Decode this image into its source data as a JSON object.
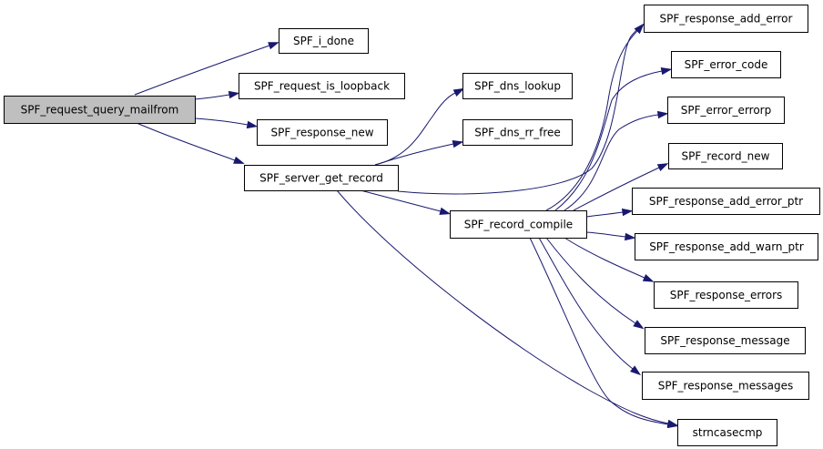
{
  "graph": {
    "edge_color": "#191970",
    "root_fill": "#bfbfbf",
    "node_fill": "#ffffff",
    "nodes": [
      {
        "id": "root",
        "label": "SPF_request_query_mailfrom",
        "root": true
      },
      {
        "id": "i_done",
        "label": "SPF_i_done"
      },
      {
        "id": "is_loopback",
        "label": "SPF_request_is_loopback"
      },
      {
        "id": "response_new",
        "label": "SPF_response_new"
      },
      {
        "id": "get_record",
        "label": "SPF_server_get_record"
      },
      {
        "id": "dns_lookup",
        "label": "SPF_dns_lookup"
      },
      {
        "id": "dns_rr_free",
        "label": "SPF_dns_rr_free"
      },
      {
        "id": "record_compile",
        "label": "SPF_record_compile"
      },
      {
        "id": "add_error",
        "label": "SPF_response_add_error"
      },
      {
        "id": "error_code",
        "label": "SPF_error_code"
      },
      {
        "id": "error_errorp",
        "label": "SPF_error_errorp"
      },
      {
        "id": "record_new",
        "label": "SPF_record_new"
      },
      {
        "id": "add_error_ptr",
        "label": "SPF_response_add_error_ptr"
      },
      {
        "id": "add_warn_ptr",
        "label": "SPF_response_add_warn_ptr"
      },
      {
        "id": "errors",
        "label": "SPF_response_errors"
      },
      {
        "id": "message",
        "label": "SPF_response_message"
      },
      {
        "id": "messages",
        "label": "SPF_response_messages"
      },
      {
        "id": "strncasecmp",
        "label": "strncasecmp"
      }
    ],
    "edges": [
      {
        "from": "root",
        "to": "i_done"
      },
      {
        "from": "root",
        "to": "is_loopback"
      },
      {
        "from": "root",
        "to": "response_new"
      },
      {
        "from": "root",
        "to": "get_record"
      },
      {
        "from": "get_record",
        "to": "dns_lookup"
      },
      {
        "from": "get_record",
        "to": "dns_rr_free"
      },
      {
        "from": "get_record",
        "to": "record_compile"
      },
      {
        "from": "get_record",
        "to": "add_error"
      },
      {
        "from": "get_record",
        "to": "strncasecmp"
      },
      {
        "from": "record_compile",
        "to": "add_error"
      },
      {
        "from": "record_compile",
        "to": "error_code"
      },
      {
        "from": "record_compile",
        "to": "error_errorp"
      },
      {
        "from": "record_compile",
        "to": "record_new"
      },
      {
        "from": "record_compile",
        "to": "add_error_ptr"
      },
      {
        "from": "record_compile",
        "to": "add_warn_ptr"
      },
      {
        "from": "record_compile",
        "to": "errors"
      },
      {
        "from": "record_compile",
        "to": "message"
      },
      {
        "from": "record_compile",
        "to": "messages"
      },
      {
        "from": "record_compile",
        "to": "strncasecmp"
      }
    ]
  }
}
